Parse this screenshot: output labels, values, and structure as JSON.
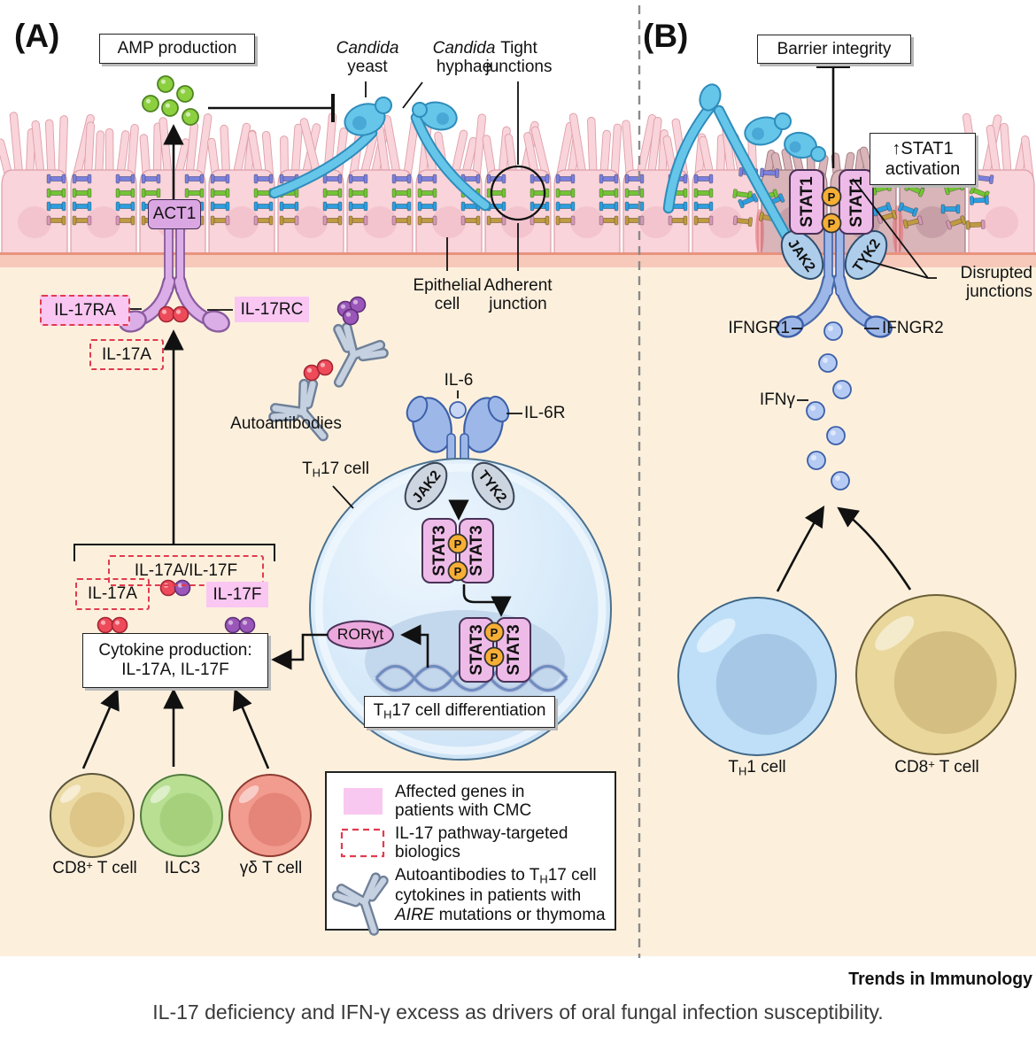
{
  "colors": {
    "affected_gene_pink": "#f9c7f2",
    "biologic_dash_red": "#e23b4e",
    "candida_blue": "#66c6ea",
    "amp_green": "#8ccf3f",
    "phospho_orange": "#f6ae35",
    "epithelium_pink": "#f9d4da",
    "damaged_cell_mauve": "#d9b4b8",
    "background_cream": "#fcf0dd"
  },
  "panel_a": {
    "label": "(A)",
    "amp_box": "AMP production",
    "candida_yeast": {
      "italic": "Candida",
      "rest": "yeast"
    },
    "candida_hyphae": {
      "italic": "Candida",
      "rest": "hyphae"
    },
    "tight_junctions": {
      "line1": "Tight",
      "line2": "junctions"
    },
    "epithelial_cell": {
      "line1": "Epithelial",
      "line2": "cell"
    },
    "adherent_junction": {
      "line1": "Adherent",
      "line2": "junction"
    },
    "act1": "ACT1",
    "il17ra": "IL-17RA",
    "il17rc": "IL-17RC",
    "il17a_ligand": "IL-17A",
    "autoantibodies": "Autoantibodies",
    "il6": "IL-6",
    "il6r": "IL-6R",
    "th17_cell": {
      "pre": "T",
      "sub": "H",
      "post": "17 cell"
    },
    "jak2": "JAK2",
    "tyk2": "TYK2",
    "stat3": "STAT3",
    "phospho": "P",
    "roryt": "RORγt",
    "th17_differentiation": {
      "pre": "T",
      "sub": "H",
      "post": "17 cell differentiation"
    },
    "il17a_il17f": "IL-17A/IL-17F",
    "il17a": "IL-17A",
    "il17f": "IL-17F",
    "cytokine_box": {
      "line1": "Cytokine production:",
      "line2": "IL-17A, IL-17F"
    },
    "cells": {
      "cd8": {
        "pre": "CD8",
        "sup": "+",
        "post": " T cell"
      },
      "ilc3": "ILC3",
      "gdt": "γδ T cell"
    }
  },
  "legend": {
    "item1": {
      "line1": "Affected genes in",
      "line2": "patients with CMC"
    },
    "item2": {
      "line1": "IL-17 pathway-targeted",
      "line2": "biologics"
    },
    "item3": {
      "a": "Autoantibodies to T",
      "b": "H",
      "c": "17 cell",
      "d": "cytokines in patients with",
      "e": "AIRE",
      "f": " mutations or thymoma"
    }
  },
  "panel_b": {
    "label": "(B)",
    "barrier_box": "Barrier integrity",
    "stat1_activation": {
      "line1": "↑STAT1",
      "line2": "activation"
    },
    "stat1": "STAT1",
    "jak2": "JAK2",
    "tyk2": "TYK2",
    "ifngr1": "IFNGR1",
    "ifngr2": "IFNGR2",
    "ifng": "IFNγ",
    "disrupted_junctions": {
      "line1": "Disrupted",
      "line2": "junctions"
    },
    "th1_cell": {
      "pre": "T",
      "sub": "H",
      "post": "1 cell"
    },
    "cd8": {
      "pre": "CD8",
      "sup": "+",
      "post": " T cell"
    }
  },
  "footer": {
    "journal": "Trends in Immunology",
    "caption": "IL-17 deficiency and IFN-γ excess as drivers of oral fungal infection susceptibility."
  }
}
